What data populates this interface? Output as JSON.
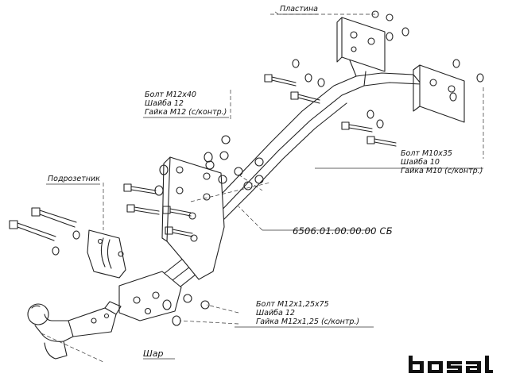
{
  "labels": {
    "plate": "Пластина",
    "m12_bolt": "Болт М12х40",
    "m12_washer": "Шайба 12",
    "m12_nut": "Гайка М12 (с/контр.)",
    "socket_bracket": "Подрозетник",
    "part_number": "6506.01.00.00.00 СБ",
    "m10_bolt": "Болт М10х35",
    "m10_washer": "Шайба 10",
    "m10_nut": "Гайка М10 (с/контр.)",
    "m12125_bolt": "Болт М12х1,25х75",
    "m12125_washer": "Шайба 12",
    "m12125_nut": "Гайка М12х1,25 (с/контр.)",
    "ball": "Шар"
  },
  "brand": {
    "logo_text": "bosal",
    "color": "#111111"
  }
}
